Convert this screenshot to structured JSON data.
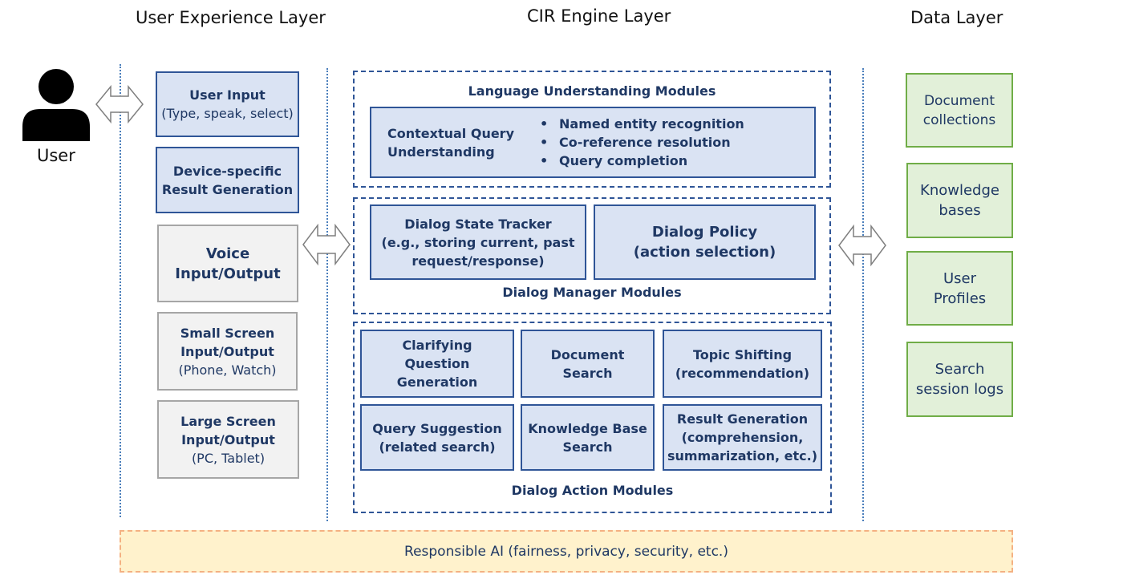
{
  "layers": {
    "ux": "User Experience Layer",
    "engine": "CIR Engine Layer",
    "data": "Data Layer"
  },
  "user_label": "User",
  "ux_boxes": {
    "user_input": {
      "line1": "User Input",
      "line2": "(Type, speak, select)"
    },
    "device_specific": {
      "line1": "Device-specific",
      "line2": "Result Generation"
    },
    "voice": {
      "line1": "Voice",
      "line2": "Input/Output"
    },
    "small_screen": {
      "line1": "Small Screen",
      "line2": "Input/Output",
      "line3": "(Phone, Watch)"
    },
    "large_screen": {
      "line1": "Large Screen",
      "line2": "Input/Output",
      "line3": "(PC, Tablet)"
    }
  },
  "language_modules": {
    "title": "Language Understanding Modules",
    "cqu": {
      "line1": "Contextual Query",
      "line2": "Understanding"
    },
    "bullets": [
      "Named entity recognition",
      "Co-reference resolution",
      "Query completion"
    ]
  },
  "dialog_manager": {
    "title": "Dialog Manager Modules",
    "state_tracker": {
      "line1": "Dialog State Tracker",
      "line2": "(e.g., storing current, past",
      "line3": "request/response)"
    },
    "policy": {
      "line1": "Dialog Policy",
      "line2": "(action selection)"
    }
  },
  "dialog_action": {
    "title": "Dialog Action Modules",
    "clarifying": {
      "line1": "Clarifying",
      "line2": "Question",
      "line3": "Generation"
    },
    "doc_search": {
      "line1": "Document",
      "line2": "Search"
    },
    "topic_shifting": {
      "line1": "Topic Shifting",
      "line2": "(recommendation)"
    },
    "query_suggestion": {
      "line1": "Query Suggestion",
      "line2": "(related search)"
    },
    "kb_search": {
      "line1": "Knowledge Base",
      "line2": "Search"
    },
    "result_generation": {
      "line1": "Result Generation",
      "line2": "(comprehension,",
      "line3": "summarization, etc.)"
    }
  },
  "data_boxes": {
    "documents": {
      "line1": "Document",
      "line2": "collections"
    },
    "knowledge": {
      "line1": "Knowledge",
      "line2": "bases"
    },
    "profiles": {
      "line1": "User",
      "line2": "Profiles"
    },
    "logs": {
      "line1": "Search",
      "line2": "session logs"
    }
  },
  "responsible_ai": "Responsible AI (fairness, privacy, security, etc.)",
  "icons": {
    "user": "person-icon",
    "arrow": "double-arrow-icon"
  },
  "colors": {
    "blue_fill": "#dae3f3",
    "blue_border": "#2f5597",
    "gray_fill": "#f2f2f2",
    "gray_border": "#a6a6a6",
    "green_fill": "#e2f0d9",
    "green_border": "#70ad47",
    "rai_fill": "#fff2cc",
    "rai_border": "#f4b183",
    "text": "#1f3864"
  }
}
